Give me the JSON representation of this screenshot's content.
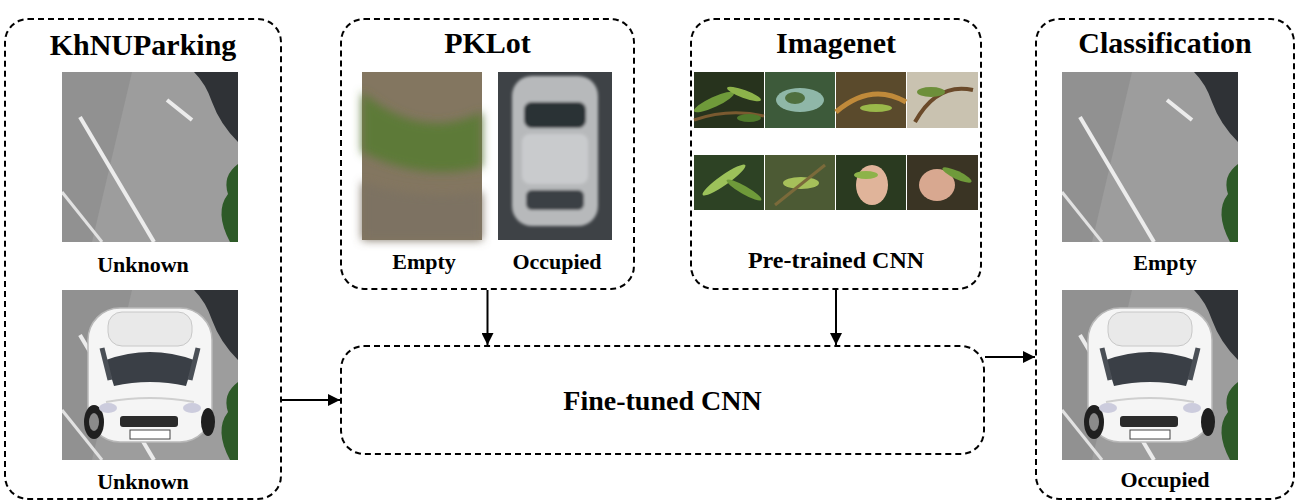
{
  "diagram": {
    "nodes": [
      {
        "text": [
          "KhNUParking",
          "Unknown",
          "Unknown"
        ]
      },
      {
        "text": [
          "PKLot",
          "Empty",
          "Occupied"
        ]
      },
      {
        "text": [
          "Imagenet",
          "Pre-trained CNN"
        ]
      },
      {
        "text": [
          "Fine-tuned CNN"
        ]
      },
      {
        "text": [
          "Classification",
          "Empty",
          "Occupied"
        ]
      }
    ],
    "edges": [
      {
        "from": 0,
        "to": 3,
        "arrow": "to"
      },
      {
        "from": 1,
        "to": 3,
        "arrow": "to"
      },
      {
        "from": 2,
        "to": 3,
        "arrow": "to"
      },
      {
        "from": 3,
        "to": 4,
        "arrow": "to"
      }
    ]
  }
}
